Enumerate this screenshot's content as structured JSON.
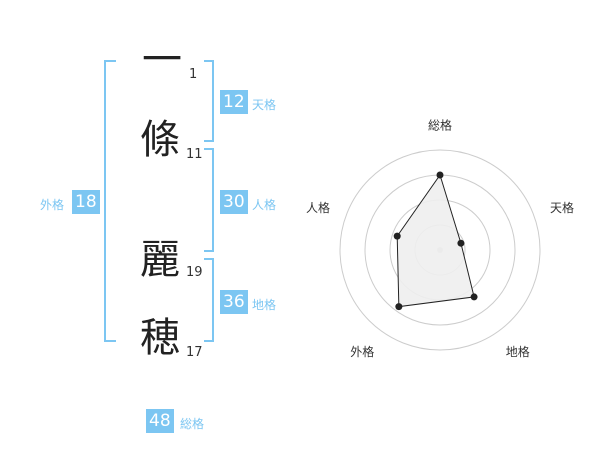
{
  "name": {
    "chars": [
      {
        "kanji": "一",
        "strokes": "1"
      },
      {
        "kanji": "條",
        "strokes": "11"
      },
      {
        "kanji": "麗",
        "strokes": "19"
      },
      {
        "kanji": "穂",
        "strokes": "17"
      }
    ]
  },
  "kakusu": {
    "tenkaku": {
      "value": "12",
      "label": "天格"
    },
    "jinkaku": {
      "value": "30",
      "label": "人格"
    },
    "chikaku": {
      "value": "36",
      "label": "地格"
    },
    "gaikaku": {
      "value": "18",
      "label": "外格"
    },
    "soukaku": {
      "value": "48",
      "label": "総格"
    }
  },
  "colors": {
    "accent": "#7cc6f2",
    "text": "#222222",
    "grid": "#cccccc",
    "fill": "#eeeeee"
  },
  "chart_data": {
    "type": "radar",
    "axes": [
      "総格",
      "天格",
      "地格",
      "外格",
      "人格"
    ],
    "values": [
      0.75,
      0.22,
      0.58,
      0.7,
      0.45
    ],
    "range": [
      0,
      1
    ],
    "grid": true
  }
}
